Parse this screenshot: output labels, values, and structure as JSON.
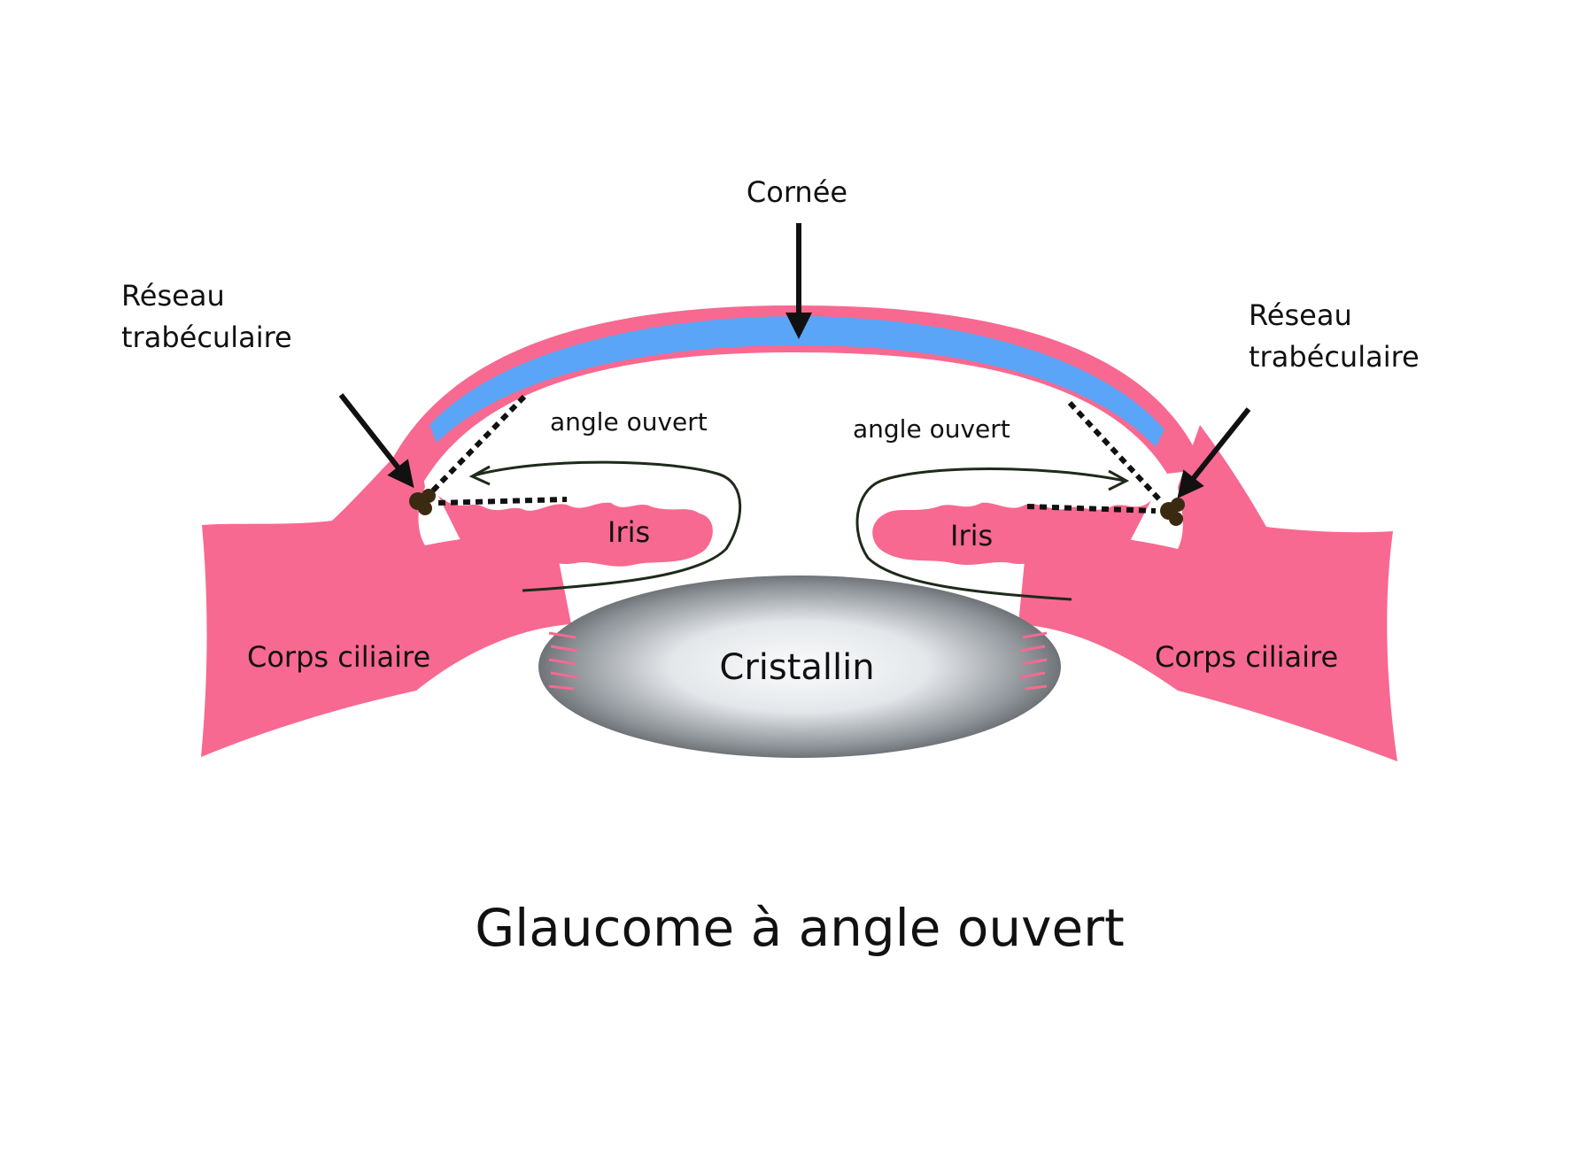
{
  "title": "Glaucome à angle ouvert",
  "labels": {
    "cornea": "Cornée",
    "trabecular_left_line1": "Réseau",
    "trabecular_left_line2": "trabéculaire",
    "trabecular_right_line1": "Réseau",
    "trabecular_right_line2": "trabéculaire",
    "angle_left": "angle ouvert",
    "angle_right": "angle ouvert",
    "iris_left": "Iris",
    "iris_right": "Iris",
    "ciliary_left": "Corps ciliaire",
    "ciliary_right": "Corps ciliaire",
    "lens": "Cristallin"
  },
  "colors": {
    "tissue_pink": "#F76990",
    "cornea_blue": "#5AA5F7",
    "trabecular_brown": "#3B2A12",
    "flow_line": "#1E2A1A",
    "lens_dark": "#55595E",
    "lens_light": "#FAFBFC",
    "text": "#111111"
  }
}
